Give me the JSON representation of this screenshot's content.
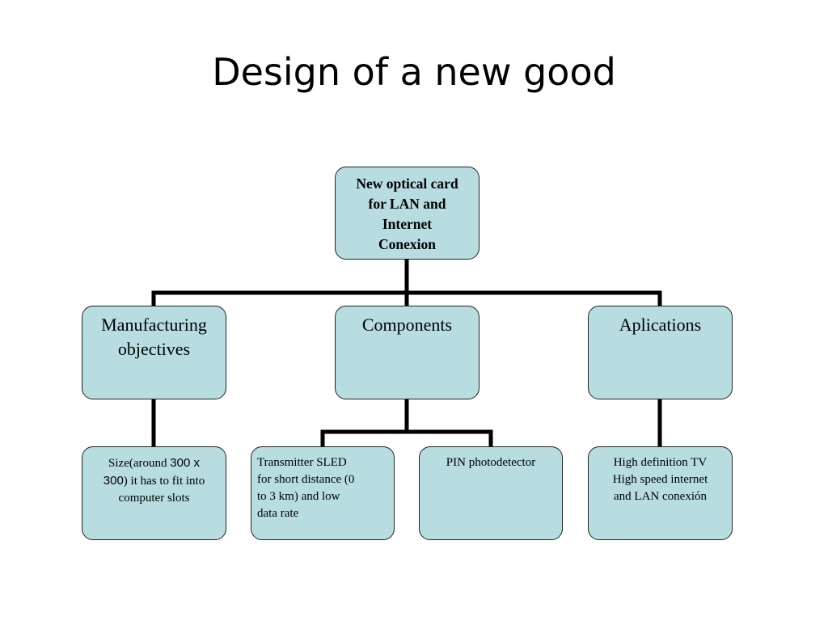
{
  "slide": {
    "title": "Design of a new good"
  },
  "diagram": {
    "root": {
      "lines": [
        "New optical card",
        "for LAN and",
        "Internet",
        "Conexion"
      ]
    },
    "level1": [
      {
        "label_lines": [
          "Manufacturing",
          "objectives"
        ]
      },
      {
        "label_lines": [
          "Components"
        ]
      },
      {
        "label_lines": [
          "Aplications"
        ]
      }
    ],
    "level2": {
      "size": {
        "text_a": "Size(around ",
        "num_a": "300 x",
        "num_b": "300",
        "text_b": ") it has to fit into",
        "text_c": "computer slots"
      },
      "transmitter": {
        "lines": [
          "Transmitter SLED",
          "for short distance (0",
          "to 3 km) and low",
          "data rate"
        ]
      },
      "pin": {
        "lines": [
          "PIN photodetector"
        ]
      },
      "apps": {
        "lines": [
          "High definition TV",
          "High speed internet",
          "and LAN conexión"
        ]
      }
    },
    "style": {
      "box_fill": "#b7dde1",
      "border": "#222222",
      "connector": "#000000"
    }
  }
}
